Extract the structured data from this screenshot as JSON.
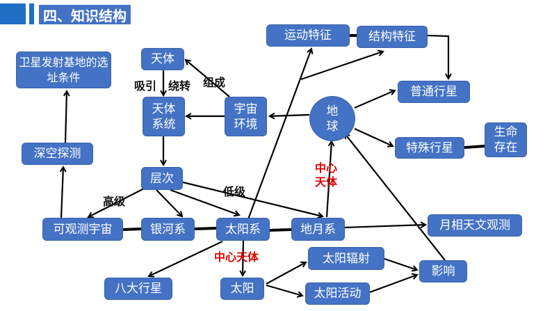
{
  "header": {
    "title": "四、知识结构"
  },
  "nodes": {
    "satellite": "卫星发射基地的选址条件",
    "celestial_body": "天体",
    "celestial_system": "天体系统",
    "cosmic_env": "宇宙环境",
    "motion": "运动特征",
    "structure": "结构特征",
    "ordinary_planet": "普通行星",
    "earth": "地球",
    "special_planet": "特殊行星",
    "life": "生命存在",
    "deep_space": "深空探测",
    "levels": "层次",
    "observable": "可观测宇宙",
    "milky_way": "银河系",
    "solar_system": "太阳系",
    "earth_moon": "地月系",
    "moon_phase": "月相天文观测",
    "solar_radiation": "太阳辐射",
    "influence": "影响",
    "eight_planets": "八大行星",
    "sun": "太阳",
    "solar_activity": "太阳活动"
  },
  "labels": {
    "attract": "吸引",
    "orbit": "绕转",
    "compose": "组成",
    "high": "高级",
    "low": "低级",
    "center1": "中心天体",
    "center2": "中心天体"
  },
  "colors": {
    "box": "#4472c4",
    "header": "#1f6fc4",
    "emphasis": "#e00000"
  }
}
